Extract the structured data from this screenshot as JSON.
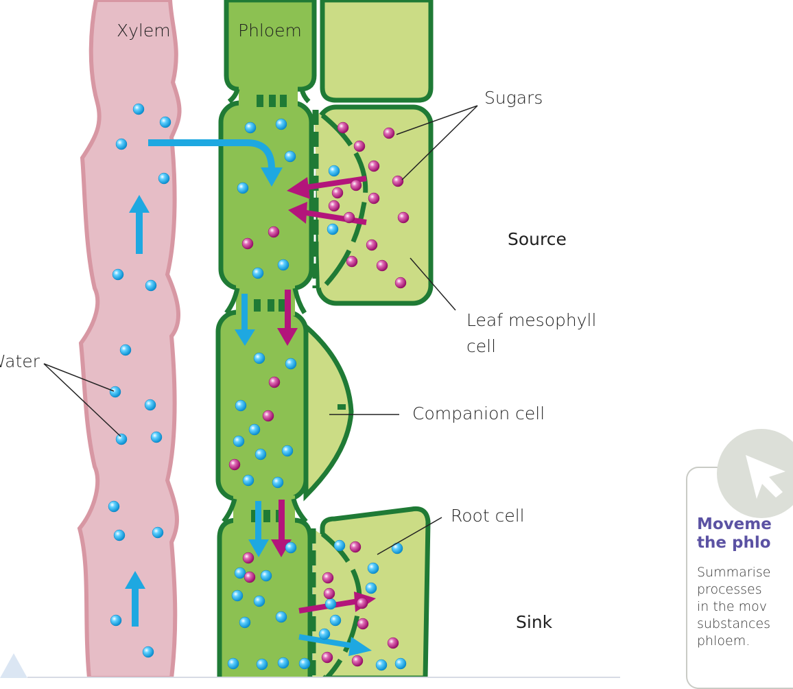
{
  "labels": {
    "xylem": "Xylem",
    "phloem": "Phloem",
    "sugars": "Sugars",
    "source": "Source",
    "leaf_mesophyll_1": "Leaf mesophyll",
    "leaf_mesophyll_2": "cell",
    "water": "Water",
    "companion_cell": "Companion cell",
    "root_cell": "Root cell",
    "sink": "Sink"
  },
  "card": {
    "icon": "cursor-arrow-icon",
    "title_lines": [
      "Moveme",
      "the phlo"
    ],
    "body_lines": [
      "Summarise",
      "processes",
      "in the mov",
      "substances",
      "phloem."
    ]
  },
  "colors": {
    "xylem_fill": "#e6bdc6",
    "xylem_outline": "#d797a3",
    "phloem_fill": "#8cc152",
    "cell_outline": "#1f7a35",
    "light_cell_fill": "#cbdc85",
    "water_arrow": "#1ea8e1",
    "sugar_arrow": "#b3157b",
    "water_molecule": "#19a9e6",
    "sugar_molecule": "#b81e84",
    "card_title": "#5b52a3"
  }
}
